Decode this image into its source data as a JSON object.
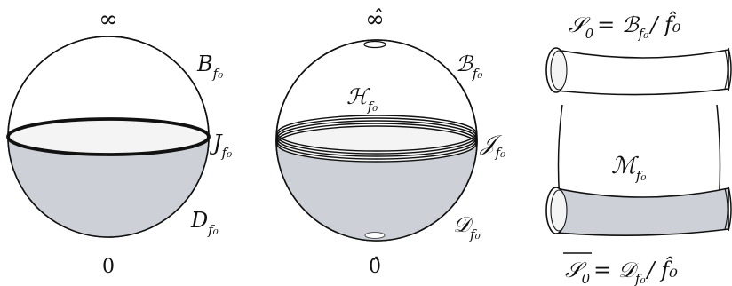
{
  "panel1": {
    "top_label": "∞",
    "upper_region": {
      "base": "B",
      "sub": "f₀"
    },
    "equator": {
      "base": "J",
      "sub": "f₀"
    },
    "lower_region": {
      "base": "D",
      "sub": "f₀"
    },
    "bottom_label": "0"
  },
  "panel2": {
    "top_label": "∞̂",
    "upper_region": {
      "base": "ℬ",
      "sub": "f₀"
    },
    "band": {
      "base": "ℋ",
      "sub": "f₀"
    },
    "equator": {
      "base": "𝒥",
      "sub": "f₀"
    },
    "lower_region": {
      "base": "𝒟",
      "sub": "f₀"
    },
    "bottom_label": "0̂"
  },
  "panel3": {
    "top_equation": {
      "lhs": "𝒮",
      "lhs_sub": "0",
      "rhs": "= ℬ",
      "rhs_sub": "f₀",
      "tail": "/ f̂₀"
    },
    "middle": {
      "base": "ℳ",
      "sub": "f₀"
    },
    "bottom_equation": {
      "lhs": "𝒮",
      "lhs_sub": "0",
      "rhs": "= 𝒟",
      "rhs_sub": "f₀",
      "tail": "/ f̂₀"
    }
  },
  "colors": {
    "shade": "#cdd0d6",
    "stroke": "#111111",
    "inner": "#f4f4f4"
  }
}
